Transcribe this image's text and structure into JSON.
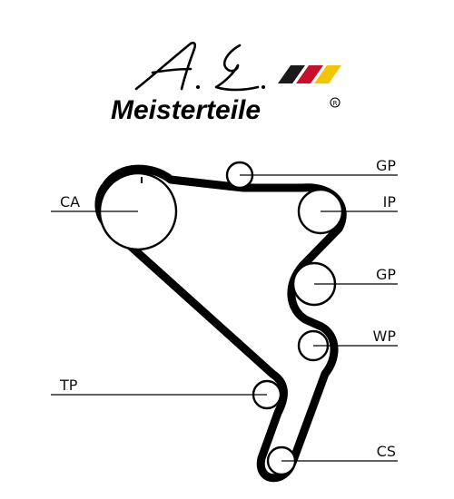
{
  "logo": {
    "script_initials": "A.L.",
    "brand_name": "Meisterteile",
    "registered_mark": "R",
    "flag_colors": [
      "#1a1a1a",
      "#c8102e",
      "#f5c400"
    ]
  },
  "diagram": {
    "belt_color": "#000000",
    "pulleys": [
      {
        "id": "ca",
        "label": "CA"
      },
      {
        "id": "gp_top",
        "label": "GP"
      },
      {
        "id": "ip",
        "label": "IP"
      },
      {
        "id": "gp_mid",
        "label": "GP"
      },
      {
        "id": "wp",
        "label": "WP"
      },
      {
        "id": "tp",
        "label": "TP"
      },
      {
        "id": "cs",
        "label": "CS"
      }
    ]
  }
}
